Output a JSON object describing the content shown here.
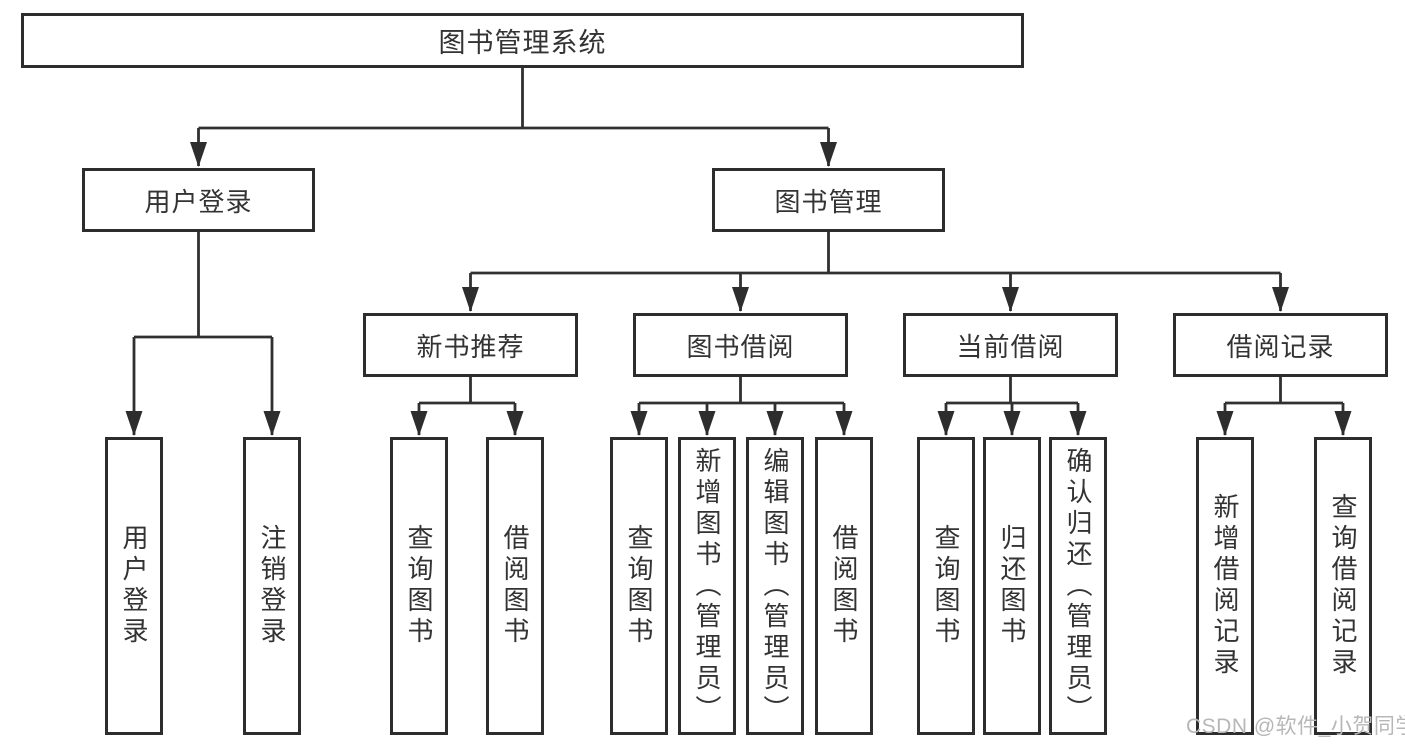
{
  "colors": {
    "background": "#ffffff",
    "box_border": "#2d2d2d",
    "line": "#303030",
    "text": "#333333",
    "watermark": "#b7b7b7"
  },
  "tree": {
    "root": "图书管理系统",
    "level2": {
      "user_login": "用户登录",
      "book_mgmt": "图书管理"
    },
    "user_login_children": {
      "login": "用户登录",
      "logout": "注销登录"
    },
    "book_mgmt_children": {
      "new_book_rec": "新书推荐",
      "book_borrow": "图书借阅",
      "current_borrow": "当前借阅",
      "borrow_records": "借阅记录"
    },
    "new_book_rec_children": {
      "query": "查询图书",
      "borrow": "借阅图书"
    },
    "book_borrow_children": {
      "query": "查询图书",
      "add": "新增图书（管理员）",
      "edit": "编辑图书（管理员）",
      "borrow": "借阅图书"
    },
    "current_borrow_children": {
      "query": "查询图书",
      "return": "归还图书",
      "confirm": "确认归还（管理员）"
    },
    "borrow_records_children": {
      "add": "新增借阅记录",
      "query": "查询借阅记录"
    }
  },
  "watermark": {
    "text": "CSDN @软件_小贺同学"
  }
}
